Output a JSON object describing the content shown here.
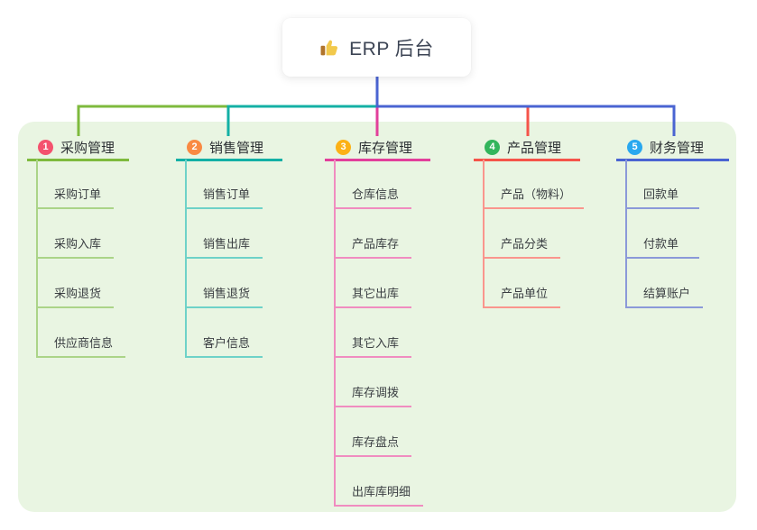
{
  "root": {
    "label": "ERP 后台",
    "icon": "thumbs-up-icon"
  },
  "connector_color": "#4a64d2",
  "panel_color": "#e9f5e2",
  "branches": [
    {
      "badge": "1",
      "label": "采购管理",
      "badge_color": "#f4526e",
      "line_color": "#7eba3d",
      "child_line_color": "#abd488",
      "children": [
        "采购订单",
        "采购入库",
        "采购退货",
        "供应商信息"
      ]
    },
    {
      "badge": "2",
      "label": "销售管理",
      "badge_color": "#f98a43",
      "line_color": "#13b0a5",
      "child_line_color": "#6ed2c8",
      "children": [
        "销售订单",
        "销售出库",
        "销售退货",
        "客户信息"
      ]
    },
    {
      "badge": "3",
      "label": "库存管理",
      "badge_color": "#fcb116",
      "line_color": "#e23f9b",
      "child_line_color": "#f08cc0",
      "children": [
        "仓库信息",
        "产品库存",
        "其它出库",
        "其它入库",
        "库存调拨",
        "库存盘点",
        "出库库明细"
      ]
    },
    {
      "badge": "4",
      "label": "产品管理",
      "badge_color": "#33b55c",
      "line_color": "#f5544a",
      "child_line_color": "#fa958d",
      "children": [
        "产品（物料）",
        "产品分类",
        "产品单位"
      ]
    },
    {
      "badge": "5",
      "label": "财务管理",
      "badge_color": "#29a8ef",
      "line_color": "#4a64d2",
      "child_line_color": "#8b99d9",
      "children": [
        "回款单",
        "付款单",
        "结算账户"
      ]
    }
  ]
}
